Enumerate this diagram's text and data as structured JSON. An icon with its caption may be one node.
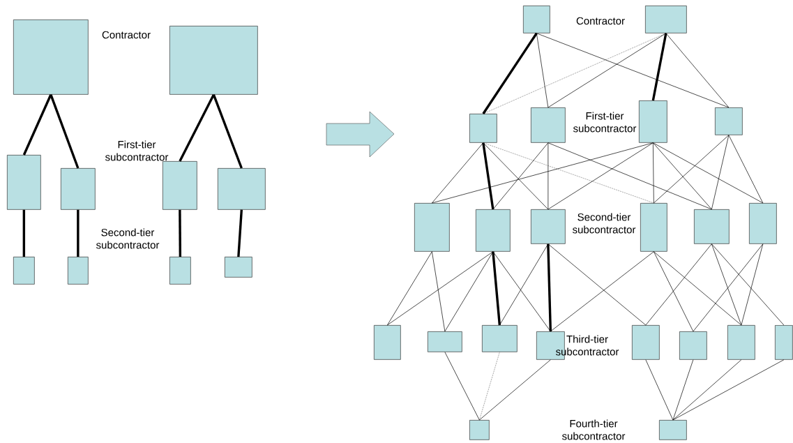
{
  "diagram": {
    "nodes": [
      {
        "text": [],
        "shape": "box"
      },
      {
        "text": [],
        "shape": "box"
      },
      {
        "text": [],
        "shape": "box"
      },
      {
        "text": [],
        "shape": "box"
      },
      {
        "text": [],
        "shape": "box"
      },
      {
        "text": [],
        "shape": "box"
      },
      {
        "text": [],
        "shape": "box"
      },
      {
        "text": [],
        "shape": "box"
      },
      {
        "text": [],
        "shape": "box"
      },
      {
        "text": [],
        "shape": "box"
      },
      {
        "text": [],
        "shape": "box"
      },
      {
        "text": [],
        "shape": "box"
      },
      {
        "text": [],
        "shape": "box"
      },
      {
        "text": [],
        "shape": "box"
      },
      {
        "text": [],
        "shape": "box"
      },
      {
        "text": [],
        "shape": "box"
      },
      {
        "text": [],
        "shape": "box"
      },
      {
        "text": [],
        "shape": "box"
      },
      {
        "text": [],
        "shape": "box"
      },
      {
        "text": [],
        "shape": "box"
      },
      {
        "text": [],
        "shape": "box"
      },
      {
        "text": [],
        "shape": "box"
      },
      {
        "text": [],
        "shape": "box"
      },
      {
        "text": [],
        "shape": "box"
      },
      {
        "text": [],
        "shape": "box"
      },
      {
        "text": [],
        "shape": "box"
      },
      {
        "text": [],
        "shape": "box"
      },
      {
        "text": [],
        "shape": "box"
      },
      {
        "text": [],
        "shape": "box"
      },
      {
        "text": [],
        "shape": "box"
      },
      {
        "text": [],
        "shape": "box"
      },
      {
        "text": [],
        "shape": "box"
      }
    ],
    "edges": [
      {
        "from": 0,
        "to": 2,
        "arrow": "none",
        "style": "thick"
      },
      {
        "from": 0,
        "to": 3,
        "arrow": "none",
        "style": "thick"
      },
      {
        "from": 1,
        "to": 4,
        "arrow": "none",
        "style": "thick"
      },
      {
        "from": 1,
        "to": 5,
        "arrow": "none",
        "style": "thick"
      },
      {
        "from": 2,
        "to": 6,
        "arrow": "none",
        "style": "thick"
      },
      {
        "from": 3,
        "to": 7,
        "arrow": "none",
        "style": "thick"
      },
      {
        "from": 4,
        "to": 8,
        "arrow": "none",
        "style": "thick"
      },
      {
        "from": 5,
        "to": 9,
        "arrow": "none",
        "style": "thick"
      },
      {
        "from": 10,
        "to": 12,
        "arrow": "none",
        "style": "thick"
      },
      {
        "from": 10,
        "to": 13,
        "arrow": "none"
      },
      {
        "from": 10,
        "to": 15,
        "arrow": "none"
      },
      {
        "from": 11,
        "to": 12,
        "arrow": "none",
        "style": "dashed"
      },
      {
        "from": 11,
        "to": 13,
        "arrow": "none"
      },
      {
        "from": 11,
        "to": 14,
        "arrow": "none",
        "style": "thick"
      },
      {
        "from": 11,
        "to": 15,
        "arrow": "none"
      },
      {
        "from": 12,
        "to": 16,
        "arrow": "none"
      },
      {
        "from": 12,
        "to": 17,
        "arrow": "none",
        "style": "thick"
      },
      {
        "from": 12,
        "to": 18,
        "arrow": "none"
      },
      {
        "from": 12,
        "to": 19,
        "arrow": "none",
        "style": "dashed"
      },
      {
        "from": 13,
        "to": 17,
        "arrow": "none"
      },
      {
        "from": 13,
        "to": 18,
        "arrow": "none"
      },
      {
        "from": 13,
        "to": 20,
        "arrow": "none"
      },
      {
        "from": 14,
        "to": 16,
        "arrow": "none"
      },
      {
        "from": 14,
        "to": 18,
        "arrow": "none"
      },
      {
        "from": 14,
        "to": 19,
        "arrow": "none"
      },
      {
        "from": 14,
        "to": 20,
        "arrow": "none"
      },
      {
        "from": 14,
        "to": 21,
        "arrow": "none"
      },
      {
        "from": 15,
        "to": 19,
        "arrow": "none"
      },
      {
        "from": 15,
        "to": 20,
        "arrow": "none"
      },
      {
        "from": 15,
        "to": 21,
        "arrow": "none"
      },
      {
        "from": 16,
        "to": 22,
        "arrow": "none"
      },
      {
        "from": 16,
        "to": 23,
        "arrow": "none"
      },
      {
        "from": 17,
        "to": 22,
        "arrow": "none"
      },
      {
        "from": 17,
        "to": 23,
        "arrow": "none"
      },
      {
        "from": 17,
        "to": 24,
        "arrow": "none",
        "style": "thick"
      },
      {
        "from": 17,
        "to": 25,
        "arrow": "none"
      },
      {
        "from": 18,
        "to": 24,
        "arrow": "none"
      },
      {
        "from": 18,
        "to": 25,
        "arrow": "none",
        "style": "thick"
      },
      {
        "from": 18,
        "to": 26,
        "arrow": "none"
      },
      {
        "from": 19,
        "to": 25,
        "arrow": "none"
      },
      {
        "from": 19,
        "to": 27,
        "arrow": "none"
      },
      {
        "from": 19,
        "to": 28,
        "arrow": "none"
      },
      {
        "from": 20,
        "to": 26,
        "arrow": "none"
      },
      {
        "from": 20,
        "to": 28,
        "arrow": "none"
      },
      {
        "from": 20,
        "to": 29,
        "arrow": "none"
      },
      {
        "from": 21,
        "to": 27,
        "arrow": "none"
      },
      {
        "from": 21,
        "to": 28,
        "arrow": "none"
      },
      {
        "from": 23,
        "to": 30,
        "arrow": "none"
      },
      {
        "from": 24,
        "to": 30,
        "arrow": "none",
        "style": "dashed"
      },
      {
        "from": 25,
        "to": 30,
        "arrow": "none"
      },
      {
        "from": 26,
        "to": 31,
        "arrow": "none"
      },
      {
        "from": 27,
        "to": 31,
        "arrow": "none"
      },
      {
        "from": 28,
        "to": 31,
        "arrow": "none"
      },
      {
        "from": 29,
        "to": 31,
        "arrow": "none"
      }
    ],
    "labels": [
      "Contractor",
      "First-tier subcontractor",
      "Second-tier subcontractor",
      "Contractor",
      "First-tier subcontractor",
      "Second-tier subcontractor",
      "Third-tier subcontractor",
      "Fourth-tier subcontractor"
    ]
  }
}
